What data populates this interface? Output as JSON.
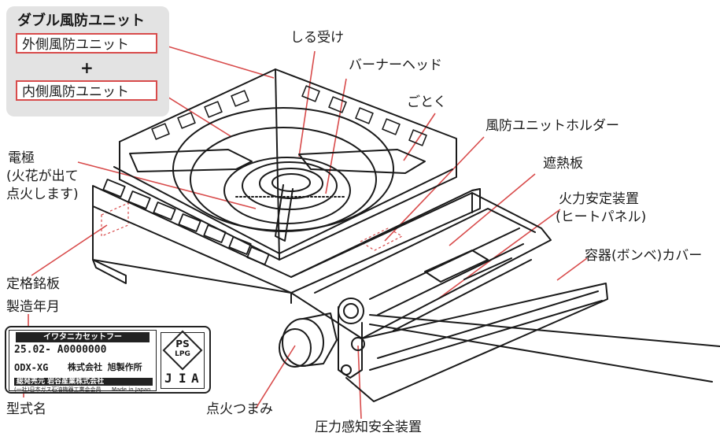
{
  "windscreen_group": {
    "title": "ダブル風防ユニット",
    "outer": "外側風防ユニット",
    "plus": "+",
    "inner": "内側風防ユニット"
  },
  "labels": {
    "drip_tray": "しる受け",
    "burner_head": "バーナーヘッド",
    "trivet": "ごとく",
    "windscreen_holder": "風防ユニットホルダー",
    "heat_shield": "遮熱板",
    "flame_stabilizer": "火力安定装置",
    "heat_panel": "(ヒートパネル)",
    "canister_cover": "容器(ボンベ)カバー",
    "electrode": "電極",
    "electrode_note_1": "(火花が出て",
    "electrode_note_2": "点火します)",
    "rating_plate": "定格銘板",
    "manufacture_date": "製造年月",
    "model_name": "型式名",
    "ignition_knob": "点火つまみ",
    "pressure_safety": "圧力感知安全装置"
  },
  "nameplate": {
    "header": "イワタニカセットフー",
    "code": "25.02-  A0000000",
    "model": "ODX-XG",
    "maker": "株式会社 旭製作所",
    "seller": "総発売元 岩谷産業株式会社",
    "assoc": "(一社)日本ガス石油機器工業会会員",
    "origin": "Made in Japan",
    "mark_ps": "PS",
    "mark_lpg": "LPG",
    "mark_jia_j": "J",
    "mark_jia_i": "I",
    "mark_jia_a": "A"
  },
  "colors": {
    "leader_red": "#d84b4b",
    "box_grey": "#e3e3e3",
    "line": "#1a1a1a"
  }
}
